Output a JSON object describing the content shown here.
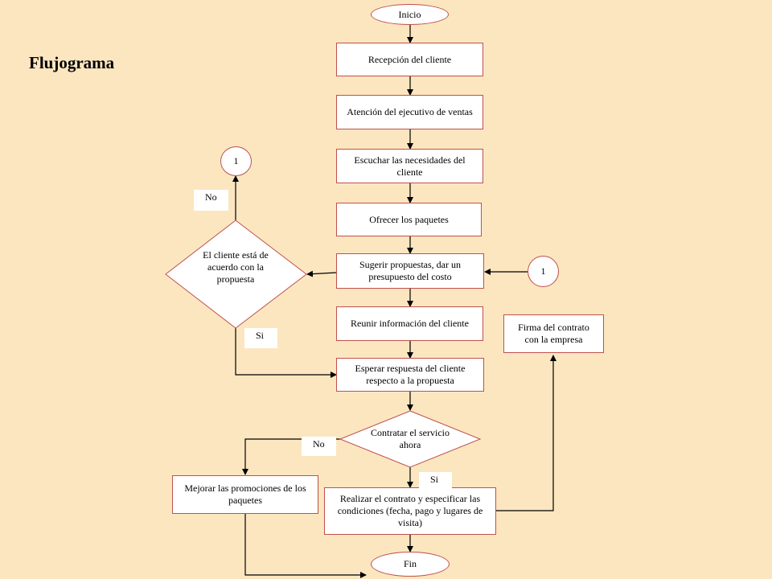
{
  "title": "Flujograma",
  "nodes": {
    "inicio": "Inicio",
    "recepcion": "Recepción del cliente",
    "atencion": "Atención del ejecutivo de ventas",
    "escuchar": "Escuchar las necesidades del cliente",
    "ofrecer": "Ofrecer los paquetes",
    "sugerir": "Sugerir propuestas, dar un presupuesto del costo",
    "reunir": "Reunir información del cliente",
    "esperar": "Esperar respuesta del cliente respecto a la propuesta",
    "decision_acuerdo": "El cliente está de acuerdo con la propuesta",
    "decision_contratar": "Contratar el servicio ahora",
    "mejorar": "Mejorar las promociones de los paquetes",
    "realizar": "Realizar el contrato y especificar las condiciones (fecha, pago y lugares de visita)",
    "firma": "Firma del contrato con la empresa",
    "fin": "Fin",
    "connector_left": "1",
    "connector_right": "1"
  },
  "labels": {
    "no_acuerdo": "No",
    "si_acuerdo": "Si",
    "no_contratar": "No",
    "si_contratar": "Si"
  },
  "colors": {
    "background": "#fbe6c0",
    "node_border": "#c0504d",
    "node_fill": "#ffffff",
    "line": "#000000"
  }
}
